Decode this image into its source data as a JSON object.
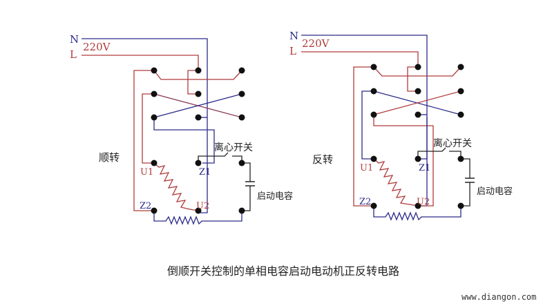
{
  "colors": {
    "neutral": "#2a2a8a",
    "live": "#b03a3a",
    "wire": "#5a3a6a",
    "black": "#111111"
  },
  "caption": "倒顺开关控制的单相电容启动电动机正反转电路",
  "watermark": "www.diangon.com",
  "diagrams": [
    {
      "id": "forward",
      "title": "顺转",
      "supply": {
        "n": "N",
        "l": "L",
        "voltage": "220V"
      },
      "centrifugal_switch": "离心开关",
      "capacitor": "启动电容",
      "terminals": {
        "u1": "U1",
        "u2": "U2",
        "z1": "Z1",
        "z2": "Z2"
      }
    },
    {
      "id": "reverse",
      "title": "反转",
      "supply": {
        "n": "N",
        "l": "L",
        "voltage": "220V"
      },
      "centrifugal_switch": "离心开关",
      "capacitor": "启动电容",
      "terminals": {
        "u1": "U1",
        "u2": "U2",
        "z1": "Z1",
        "z2": "Z2"
      }
    }
  ]
}
